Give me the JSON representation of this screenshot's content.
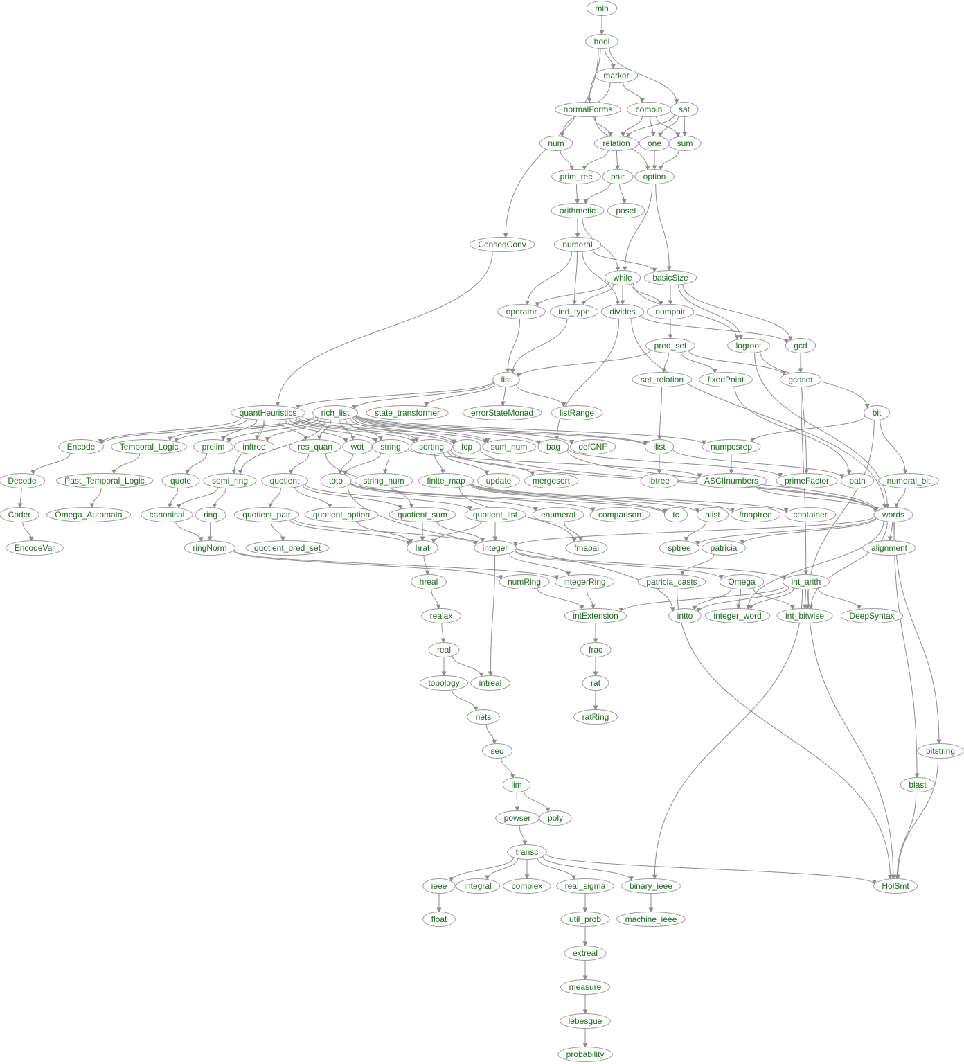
{
  "colors": {
    "label": "#1a6e1a",
    "edge": "#8c8c8c",
    "node_border": "#9a9a9a"
  },
  "nodes": [
    {
      "id": "min",
      "label": "min"
    },
    {
      "id": "bool",
      "label": "bool"
    },
    {
      "id": "marker",
      "label": "marker"
    },
    {
      "id": "normalForms",
      "label": "normalForms"
    },
    {
      "id": "combin",
      "label": "combin"
    },
    {
      "id": "sat",
      "label": "sat"
    },
    {
      "id": "num",
      "label": "num"
    },
    {
      "id": "relation",
      "label": "relation"
    },
    {
      "id": "one",
      "label": "one"
    },
    {
      "id": "sum",
      "label": "sum"
    },
    {
      "id": "prim_rec",
      "label": "prim_rec"
    },
    {
      "id": "pair",
      "label": "pair"
    },
    {
      "id": "option",
      "label": "option"
    },
    {
      "id": "arithmetic",
      "label": "arithmetic"
    },
    {
      "id": "poset",
      "label": "poset"
    },
    {
      "id": "ConseqConv",
      "label": "ConseqConv"
    },
    {
      "id": "numeral",
      "label": "numeral"
    },
    {
      "id": "while",
      "label": "while"
    },
    {
      "id": "basicSize",
      "label": "basicSize"
    },
    {
      "id": "operator",
      "label": "operator"
    },
    {
      "id": "ind_type",
      "label": "ind_type"
    },
    {
      "id": "divides",
      "label": "divides"
    },
    {
      "id": "numpair",
      "label": "numpair"
    },
    {
      "id": "pred_set",
      "label": "pred_set"
    },
    {
      "id": "logroot",
      "label": "logroot"
    },
    {
      "id": "gcd",
      "label": "gcd"
    },
    {
      "id": "list",
      "label": "list"
    },
    {
      "id": "set_relation",
      "label": "set_relation"
    },
    {
      "id": "fixedPoint",
      "label": "fixedPoint"
    },
    {
      "id": "gcdset",
      "label": "gcdset"
    },
    {
      "id": "quantHeuristics",
      "label": "quantHeuristics"
    },
    {
      "id": "rich_list",
      "label": "rich_list"
    },
    {
      "id": "state_transformer",
      "label": "state_transformer"
    },
    {
      "id": "errorStateMonad",
      "label": "errorStateMonad"
    },
    {
      "id": "listRange",
      "label": "listRange"
    },
    {
      "id": "bit",
      "label": "bit"
    },
    {
      "id": "Encode",
      "label": "Encode"
    },
    {
      "id": "Temporal_Logic",
      "label": "Temporal_Logic"
    },
    {
      "id": "prelim",
      "label": "prelim"
    },
    {
      "id": "inftree",
      "label": "inftree"
    },
    {
      "id": "res_quan",
      "label": "res_quan"
    },
    {
      "id": "wot",
      "label": "wot"
    },
    {
      "id": "string",
      "label": "string"
    },
    {
      "id": "sorting",
      "label": "sorting"
    },
    {
      "id": "fcp",
      "label": "fcp"
    },
    {
      "id": "sum_num",
      "label": "sum_num"
    },
    {
      "id": "bag",
      "label": "bag"
    },
    {
      "id": "defCNF",
      "label": "defCNF"
    },
    {
      "id": "llist",
      "label": "llist"
    },
    {
      "id": "numposrep",
      "label": "numposrep"
    },
    {
      "id": "Decode",
      "label": "Decode"
    },
    {
      "id": "Past_Temporal_Logic",
      "label": "Past_Temporal_Logic"
    },
    {
      "id": "semi_ring",
      "label": "semi_ring"
    },
    {
      "id": "quote",
      "label": "quote"
    },
    {
      "id": "quotient",
      "label": "quotient"
    },
    {
      "id": "toto",
      "label": "toto"
    },
    {
      "id": "string_num",
      "label": "string_num"
    },
    {
      "id": "finite_map",
      "label": "finite_map"
    },
    {
      "id": "update",
      "label": "update"
    },
    {
      "id": "mergesort",
      "label": "mergesort"
    },
    {
      "id": "lbtree",
      "label": "lbtree"
    },
    {
      "id": "ASCIInumbers",
      "label": "ASCIInumbers"
    },
    {
      "id": "primeFactor",
      "label": "primeFactor"
    },
    {
      "id": "path",
      "label": "path"
    },
    {
      "id": "numeral_bit",
      "label": "numeral_bit"
    },
    {
      "id": "Coder",
      "label": "Coder"
    },
    {
      "id": "Omega_Automata",
      "label": "Omega_Automata"
    },
    {
      "id": "canonical",
      "label": "canonical"
    },
    {
      "id": "ring",
      "label": "ring"
    },
    {
      "id": "quotient_pair",
      "label": "quotient_pair"
    },
    {
      "id": "quotient_option",
      "label": "quotient_option"
    },
    {
      "id": "quotient_sum",
      "label": "quotient_sum"
    },
    {
      "id": "quotient_list",
      "label": "quotient_list"
    },
    {
      "id": "enumeral",
      "label": "enumeral"
    },
    {
      "id": "comparison",
      "label": "comparison"
    },
    {
      "id": "tc",
      "label": "tc"
    },
    {
      "id": "alist",
      "label": "alist"
    },
    {
      "id": "fmaptree",
      "label": "fmaptree"
    },
    {
      "id": "container",
      "label": "container"
    },
    {
      "id": "words",
      "label": "words"
    },
    {
      "id": "EncodeVar",
      "label": "EncodeVar"
    },
    {
      "id": "ringNorm",
      "label": "ringNorm"
    },
    {
      "id": "quotient_pred_set",
      "label": "quotient_pred_set"
    },
    {
      "id": "hrat",
      "label": "hrat"
    },
    {
      "id": "integer",
      "label": "integer"
    },
    {
      "id": "fmapal",
      "label": "fmapal"
    },
    {
      "id": "sptree",
      "label": "sptree"
    },
    {
      "id": "patricia",
      "label": "patricia"
    },
    {
      "id": "alignment",
      "label": "alignment"
    },
    {
      "id": "hreal",
      "label": "hreal"
    },
    {
      "id": "numRing",
      "label": "numRing"
    },
    {
      "id": "integerRing",
      "label": "integerRing"
    },
    {
      "id": "patricia_casts",
      "label": "patricia_casts"
    },
    {
      "id": "Omega",
      "label": "Omega"
    },
    {
      "id": "int_arith",
      "label": "int_arith"
    },
    {
      "id": "realax",
      "label": "realax"
    },
    {
      "id": "intExtension",
      "label": "intExtension"
    },
    {
      "id": "intto",
      "label": "intto"
    },
    {
      "id": "integer_word",
      "label": "integer_word"
    },
    {
      "id": "int_bitwise",
      "label": "int_bitwise"
    },
    {
      "id": "DeepSyntax",
      "label": "DeepSyntax"
    },
    {
      "id": "real",
      "label": "real"
    },
    {
      "id": "frac",
      "label": "frac"
    },
    {
      "id": "topology",
      "label": "topology"
    },
    {
      "id": "intreal",
      "label": "intreal"
    },
    {
      "id": "rat",
      "label": "rat"
    },
    {
      "id": "nets",
      "label": "nets"
    },
    {
      "id": "ratRing",
      "label": "ratRing"
    },
    {
      "id": "seq",
      "label": "seq"
    },
    {
      "id": "bitstring",
      "label": "bitstring"
    },
    {
      "id": "lim",
      "label": "lim"
    },
    {
      "id": "blast",
      "label": "blast"
    },
    {
      "id": "powser",
      "label": "powser"
    },
    {
      "id": "poly",
      "label": "poly"
    },
    {
      "id": "transc",
      "label": "transc"
    },
    {
      "id": "ieee",
      "label": "ieee"
    },
    {
      "id": "integral",
      "label": "integral"
    },
    {
      "id": "complex",
      "label": "complex"
    },
    {
      "id": "real_sigma",
      "label": "real_sigma"
    },
    {
      "id": "binary_ieee",
      "label": "binary_ieee"
    },
    {
      "id": "HolSmt",
      "label": "HolSmt"
    },
    {
      "id": "float",
      "label": "float"
    },
    {
      "id": "util_prob",
      "label": "util_prob"
    },
    {
      "id": "machine_ieee",
      "label": "machine_ieee"
    },
    {
      "id": "extreal",
      "label": "extreal"
    },
    {
      "id": "measure",
      "label": "measure"
    },
    {
      "id": "lebesgue",
      "label": "lebesgue"
    },
    {
      "id": "probability",
      "label": "probability"
    }
  ],
  "edges": [
    [
      "min",
      "bool"
    ],
    [
      "bool",
      "marker"
    ],
    [
      "bool",
      "normalForms"
    ],
    [
      "bool",
      "sat"
    ],
    [
      "bool",
      "ConseqConv"
    ],
    [
      "marker",
      "combin"
    ],
    [
      "marker",
      "num"
    ],
    [
      "combin",
      "relation"
    ],
    [
      "combin",
      "one"
    ],
    [
      "combin",
      "sum"
    ],
    [
      "sat",
      "relation"
    ],
    [
      "sat",
      "one"
    ],
    [
      "sat",
      "sum"
    ],
    [
      "normalForms",
      "relation"
    ],
    [
      "normalForms",
      "option"
    ],
    [
      "num",
      "prim_rec"
    ],
    [
      "relation",
      "prim_rec"
    ],
    [
      "relation",
      "pair"
    ],
    [
      "one",
      "option"
    ],
    [
      "sum",
      "option"
    ],
    [
      "prim_rec",
      "arithmetic"
    ],
    [
      "pair",
      "arithmetic"
    ],
    [
      "pair",
      "poset"
    ],
    [
      "option",
      "while"
    ],
    [
      "option",
      "basicSize"
    ],
    [
      "arithmetic",
      "numeral"
    ],
    [
      "arithmetic",
      "while"
    ],
    [
      "numeral",
      "operator"
    ],
    [
      "numeral",
      "ind_type"
    ],
    [
      "numeral",
      "divides"
    ],
    [
      "numeral",
      "basicSize"
    ],
    [
      "while",
      "operator"
    ],
    [
      "while",
      "ind_type"
    ],
    [
      "while",
      "divides"
    ],
    [
      "while",
      "numpair"
    ],
    [
      "while",
      "logroot"
    ],
    [
      "basicSize",
      "numpair"
    ],
    [
      "basicSize",
      "logroot"
    ],
    [
      "basicSize",
      "gcd"
    ],
    [
      "divides",
      "gcd"
    ],
    [
      "divides",
      "bag"
    ],
    [
      "divides",
      "words"
    ],
    [
      "numpair",
      "pred_set"
    ],
    [
      "operator",
      "list"
    ],
    [
      "ind_type",
      "list"
    ],
    [
      "pred_set",
      "list"
    ],
    [
      "pred_set",
      "set_relation"
    ],
    [
      "pred_set",
      "fixedPoint"
    ],
    [
      "pred_set",
      "gcdset"
    ],
    [
      "gcd",
      "gcdset"
    ],
    [
      "gcd",
      "primeFactor"
    ],
    [
      "gcd",
      "int_arith"
    ],
    [
      "logroot",
      "bit"
    ],
    [
      "logroot",
      "words"
    ],
    [
      "list",
      "quantHeuristics"
    ],
    [
      "list",
      "rich_list"
    ],
    [
      "list",
      "state_transformer"
    ],
    [
      "list",
      "errorStateMonad"
    ],
    [
      "list",
      "listRange"
    ],
    [
      "ConseqConv",
      "quantHeuristics"
    ],
    [
      "set_relation",
      "llist"
    ],
    [
      "fixedPoint",
      "path"
    ],
    [
      "bit",
      "numposrep"
    ],
    [
      "bit",
      "numeral_bit"
    ],
    [
      "bit",
      "int_bitwise"
    ],
    [
      "quantHeuristics",
      "Encode"
    ],
    [
      "quantHeuristics",
      "Temporal_Logic"
    ],
    [
      "quantHeuristics",
      "prelim"
    ],
    [
      "quantHeuristics",
      "inftree"
    ],
    [
      "quantHeuristics",
      "res_quan"
    ],
    [
      "quantHeuristics",
      "wot"
    ],
    [
      "quantHeuristics",
      "string"
    ],
    [
      "quantHeuristics",
      "sorting"
    ],
    [
      "quantHeuristics",
      "fcp"
    ],
    [
      "quantHeuristics",
      "sum_num"
    ],
    [
      "quantHeuristics",
      "llist"
    ],
    [
      "quantHeuristics",
      "semi_ring"
    ],
    [
      "rich_list",
      "Encode"
    ],
    [
      "rich_list",
      "Temporal_Logic"
    ],
    [
      "rich_list",
      "prelim"
    ],
    [
      "rich_list",
      "inftree"
    ],
    [
      "rich_list",
      "res_quan"
    ],
    [
      "rich_list",
      "wot"
    ],
    [
      "rich_list",
      "string"
    ],
    [
      "rich_list",
      "sorting"
    ],
    [
      "rich_list",
      "fcp"
    ],
    [
      "rich_list",
      "sum_num"
    ],
    [
      "rich_list",
      "bag"
    ],
    [
      "rich_list",
      "defCNF"
    ],
    [
      "rich_list",
      "llist"
    ],
    [
      "rich_list",
      "numposrep"
    ],
    [
      "rich_list",
      "semi_ring"
    ],
    [
      "Encode",
      "Decode"
    ],
    [
      "Temporal_Logic",
      "Past_Temporal_Logic"
    ],
    [
      "prelim",
      "quote"
    ],
    [
      "res_quan",
      "quotient"
    ],
    [
      "res_quan",
      "quotient_sum"
    ],
    [
      "wot",
      "toto"
    ],
    [
      "string",
      "toto"
    ],
    [
      "string",
      "string_num"
    ],
    [
      "string",
      "ASCIInumbers"
    ],
    [
      "sorting",
      "finite_map"
    ],
    [
      "sorting",
      "update"
    ],
    [
      "sorting",
      "mergesort"
    ],
    [
      "sorting",
      "words"
    ],
    [
      "fcp",
      "words"
    ],
    [
      "bag",
      "primeFactor"
    ],
    [
      "bag",
      "words"
    ],
    [
      "llist",
      "lbtree"
    ],
    [
      "llist",
      "path"
    ],
    [
      "numposrep",
      "ASCIInumbers"
    ],
    [
      "ASCIInumbers",
      "words"
    ],
    [
      "numeral_bit",
      "words"
    ],
    [
      "Decode",
      "Coder"
    ],
    [
      "Coder",
      "EncodeVar"
    ],
    [
      "Past_Temporal_Logic",
      "Omega_Automata"
    ],
    [
      "quote",
      "canonical"
    ],
    [
      "semi_ring",
      "canonical"
    ],
    [
      "semi_ring",
      "ring"
    ],
    [
      "canonical",
      "ringNorm"
    ],
    [
      "ring",
      "ringNorm"
    ],
    [
      "quotient",
      "quotient_pair"
    ],
    [
      "quotient",
      "quotient_option"
    ],
    [
      "quotient",
      "quotient_sum"
    ],
    [
      "quotient",
      "quotient_list"
    ],
    [
      "toto",
      "enumeral"
    ],
    [
      "toto",
      "comparison"
    ],
    [
      "toto",
      "tc"
    ],
    [
      "toto",
      "intto"
    ],
    [
      "finite_map",
      "tc"
    ],
    [
      "finite_map",
      "alist"
    ],
    [
      "finite_map",
      "fmaptree"
    ],
    [
      "finite_map",
      "container"
    ],
    [
      "finite_map",
      "fmapal"
    ],
    [
      "quotient_pair",
      "quotient_pred_set"
    ],
    [
      "quotient_pair",
      "hrat"
    ],
    [
      "quotient_pair",
      "integer"
    ],
    [
      "quotient_option",
      "hrat"
    ],
    [
      "quotient_sum",
      "hrat"
    ],
    [
      "quotient_sum",
      "integer"
    ],
    [
      "quotient_list",
      "hrat"
    ],
    [
      "quotient_list",
      "integer"
    ],
    [
      "enumeral",
      "fmapal"
    ],
    [
      "alist",
      "sptree"
    ],
    [
      "words",
      "integer"
    ],
    [
      "words",
      "sptree"
    ],
    [
      "words",
      "patricia"
    ],
    [
      "words",
      "alignment"
    ],
    [
      "words",
      "integer_word"
    ],
    [
      "words",
      "blast"
    ],
    [
      "words",
      "bitstring"
    ],
    [
      "words",
      "int_bitwise"
    ],
    [
      "patricia",
      "patricia_casts"
    ],
    [
      "ringNorm",
      "numRing"
    ],
    [
      "ringNorm",
      "integerRing"
    ],
    [
      "hrat",
      "hreal"
    ],
    [
      "integer",
      "integerRing"
    ],
    [
      "integer",
      "Omega"
    ],
    [
      "integer",
      "int_arith"
    ],
    [
      "integer",
      "intreal"
    ],
    [
      "hreal",
      "realax"
    ],
    [
      "numRing",
      "intExtension"
    ],
    [
      "integerRing",
      "intExtension"
    ],
    [
      "Omega",
      "intto"
    ],
    [
      "Omega",
      "integer_word"
    ],
    [
      "Omega",
      "int_bitwise"
    ],
    [
      "int_arith",
      "intExtension"
    ],
    [
      "int_arith",
      "intto"
    ],
    [
      "int_arith",
      "integer_word"
    ],
    [
      "int_arith",
      "int_bitwise"
    ],
    [
      "int_arith",
      "DeepSyntax"
    ],
    [
      "int_arith",
      "binary_ieee"
    ],
    [
      "int_arith",
      "HolSmt"
    ],
    [
      "realax",
      "real"
    ],
    [
      "real",
      "topology"
    ],
    [
      "real",
      "intreal"
    ],
    [
      "intExtension",
      "frac"
    ],
    [
      "frac",
      "rat"
    ],
    [
      "rat",
      "ratRing"
    ],
    [
      "topology",
      "nets"
    ],
    [
      "nets",
      "seq"
    ],
    [
      "seq",
      "lim"
    ],
    [
      "lim",
      "powser"
    ],
    [
      "lim",
      "poly"
    ],
    [
      "powser",
      "transc"
    ],
    [
      "transc",
      "ieee"
    ],
    [
      "transc",
      "integral"
    ],
    [
      "transc",
      "complex"
    ],
    [
      "transc",
      "real_sigma"
    ],
    [
      "transc",
      "binary_ieee"
    ],
    [
      "transc",
      "HolSmt"
    ],
    [
      "ieee",
      "float"
    ],
    [
      "real_sigma",
      "util_prob"
    ],
    [
      "binary_ieee",
      "machine_ieee"
    ],
    [
      "util_prob",
      "extreal"
    ],
    [
      "extreal",
      "measure"
    ],
    [
      "measure",
      "lebesgue"
    ],
    [
      "lebesgue",
      "probability"
    ],
    [
      "bitstring",
      "HolSmt"
    ],
    [
      "blast",
      "HolSmt"
    ],
    [
      "patricia_casts",
      "HolSmt"
    ]
  ]
}
